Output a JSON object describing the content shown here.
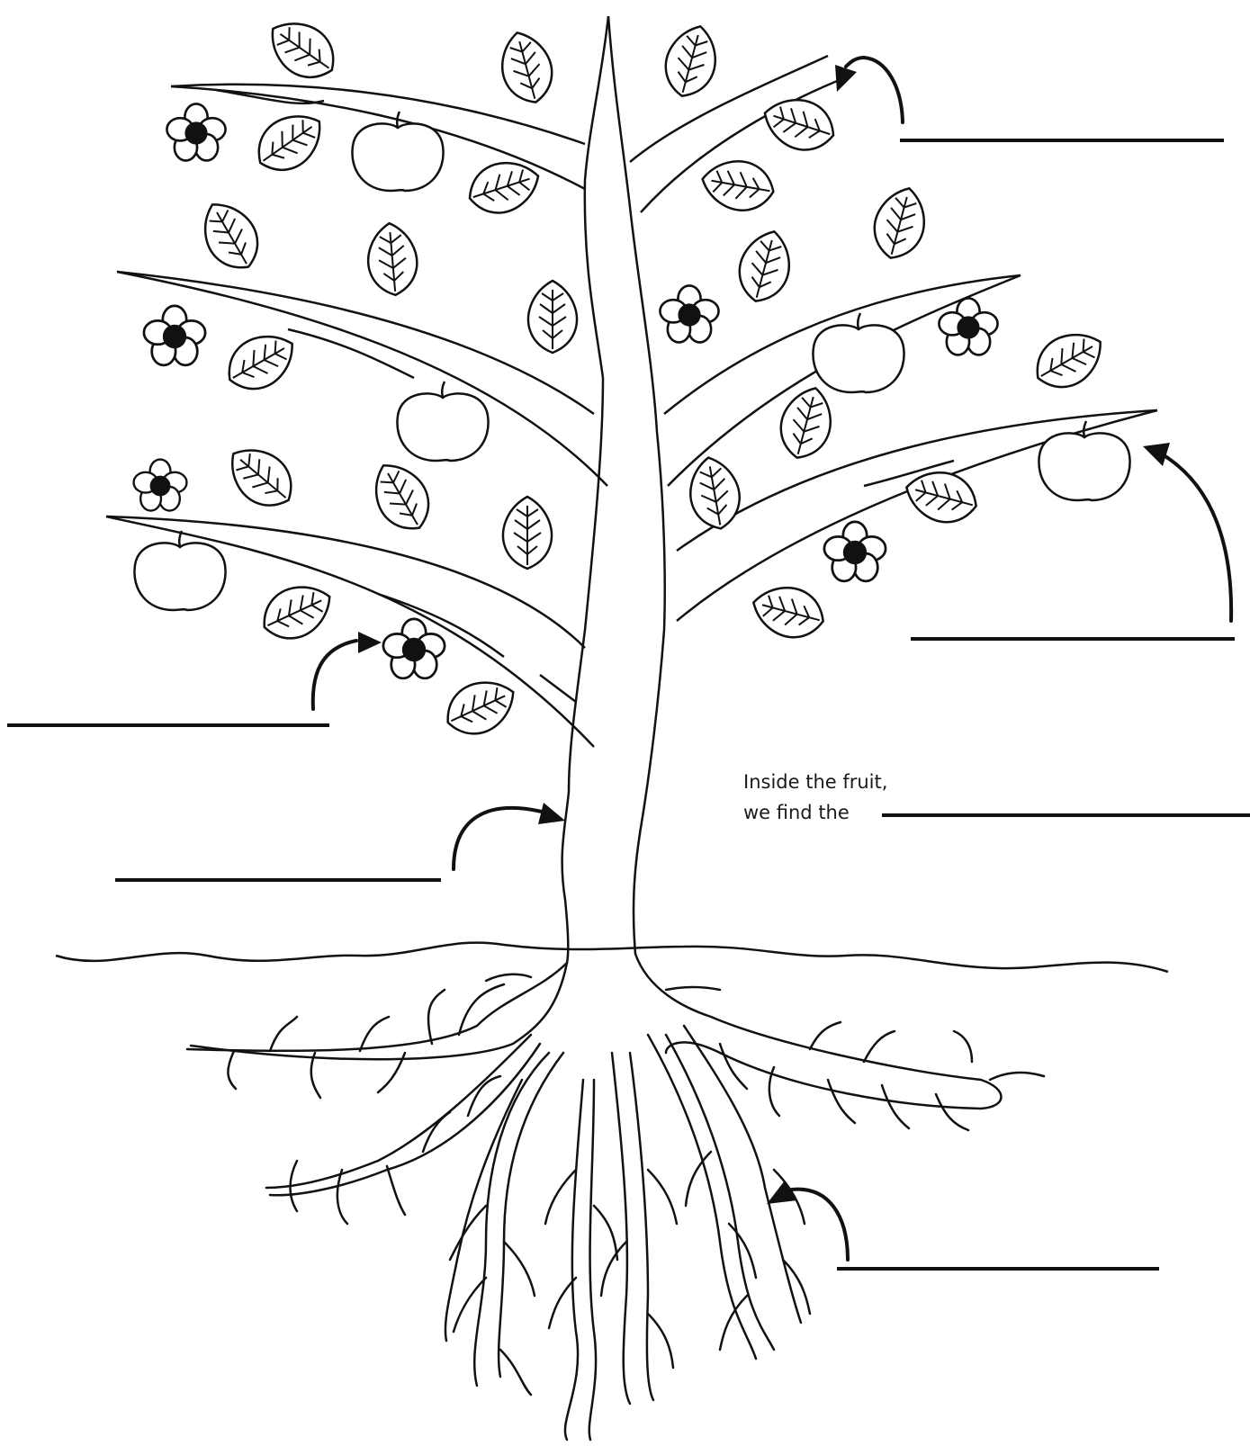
{
  "worksheet": {
    "caption": {
      "line1": "Inside the fruit,",
      "line2": "we find the"
    },
    "blanks": [
      {
        "id": "blank-leaf",
        "label": "",
        "points_to": "leaf"
      },
      {
        "id": "blank-fruit",
        "label": "",
        "points_to": "fruit"
      },
      {
        "id": "blank-flower",
        "label": "",
        "points_to": "flower"
      },
      {
        "id": "blank-trunk",
        "label": "",
        "points_to": "trunk"
      },
      {
        "id": "blank-seeds",
        "label": "",
        "points_to": "seeds"
      },
      {
        "id": "blank-roots",
        "label": "",
        "points_to": "roots"
      }
    ]
  },
  "colors": {
    "ink": "#111111",
    "background": "#ffffff"
  },
  "icons": [
    "leaf-icon",
    "flower-icon",
    "fruit-icon",
    "arrow-icon"
  ]
}
